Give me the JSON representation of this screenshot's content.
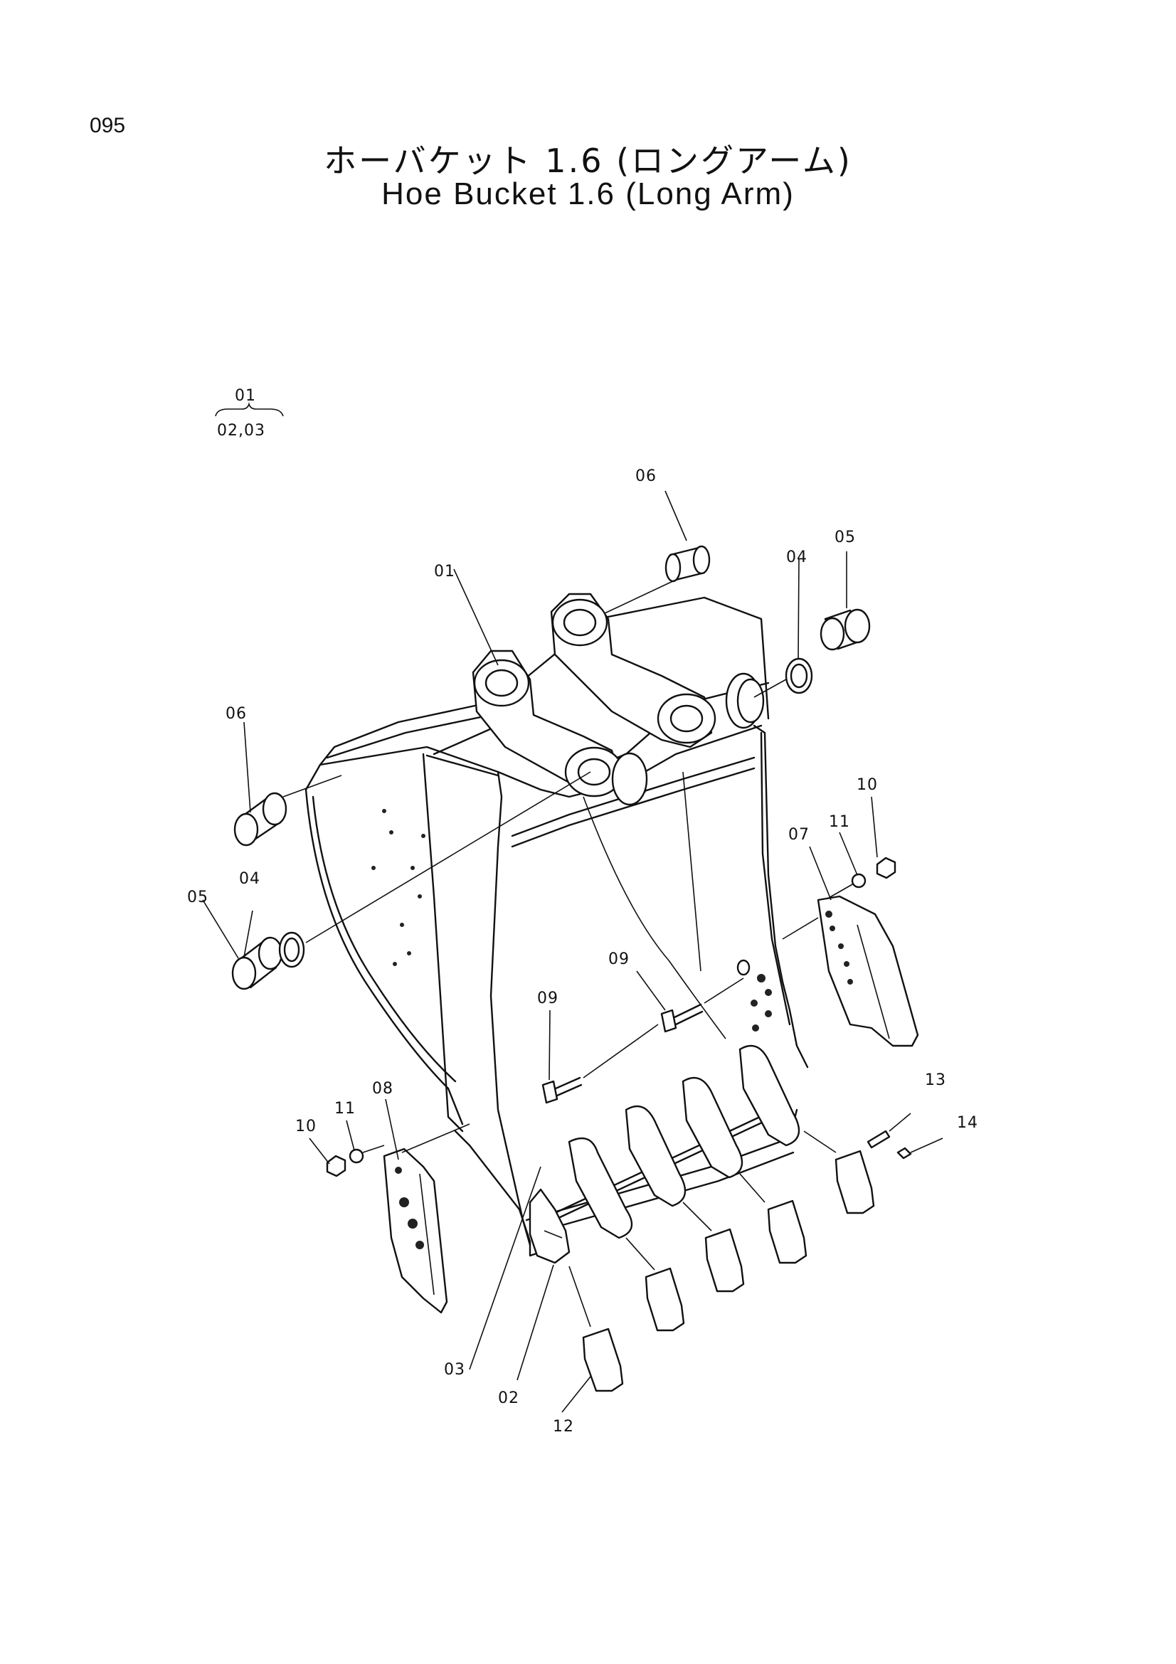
{
  "page": {
    "number": "095",
    "title_jp": "ホーバケット 1.6 (ロングアーム)",
    "title_en": "Hoe Bucket 1.6 (Long Arm)"
  },
  "group_label": {
    "parent": "01",
    "children": "02,03"
  },
  "callouts": {
    "c06a": "06",
    "c04a": "04",
    "c05a": "05",
    "c01": "01",
    "c06b": "06",
    "c10a": "10",
    "c11a": "11",
    "c07": "07",
    "c04b": "04",
    "c05b": "05",
    "c09a": "09",
    "c09b": "09",
    "c08": "08",
    "c11b": "11",
    "c10b": "10",
    "c13": "13",
    "c14": "14",
    "c03": "03",
    "c02": "02",
    "c12": "12"
  }
}
